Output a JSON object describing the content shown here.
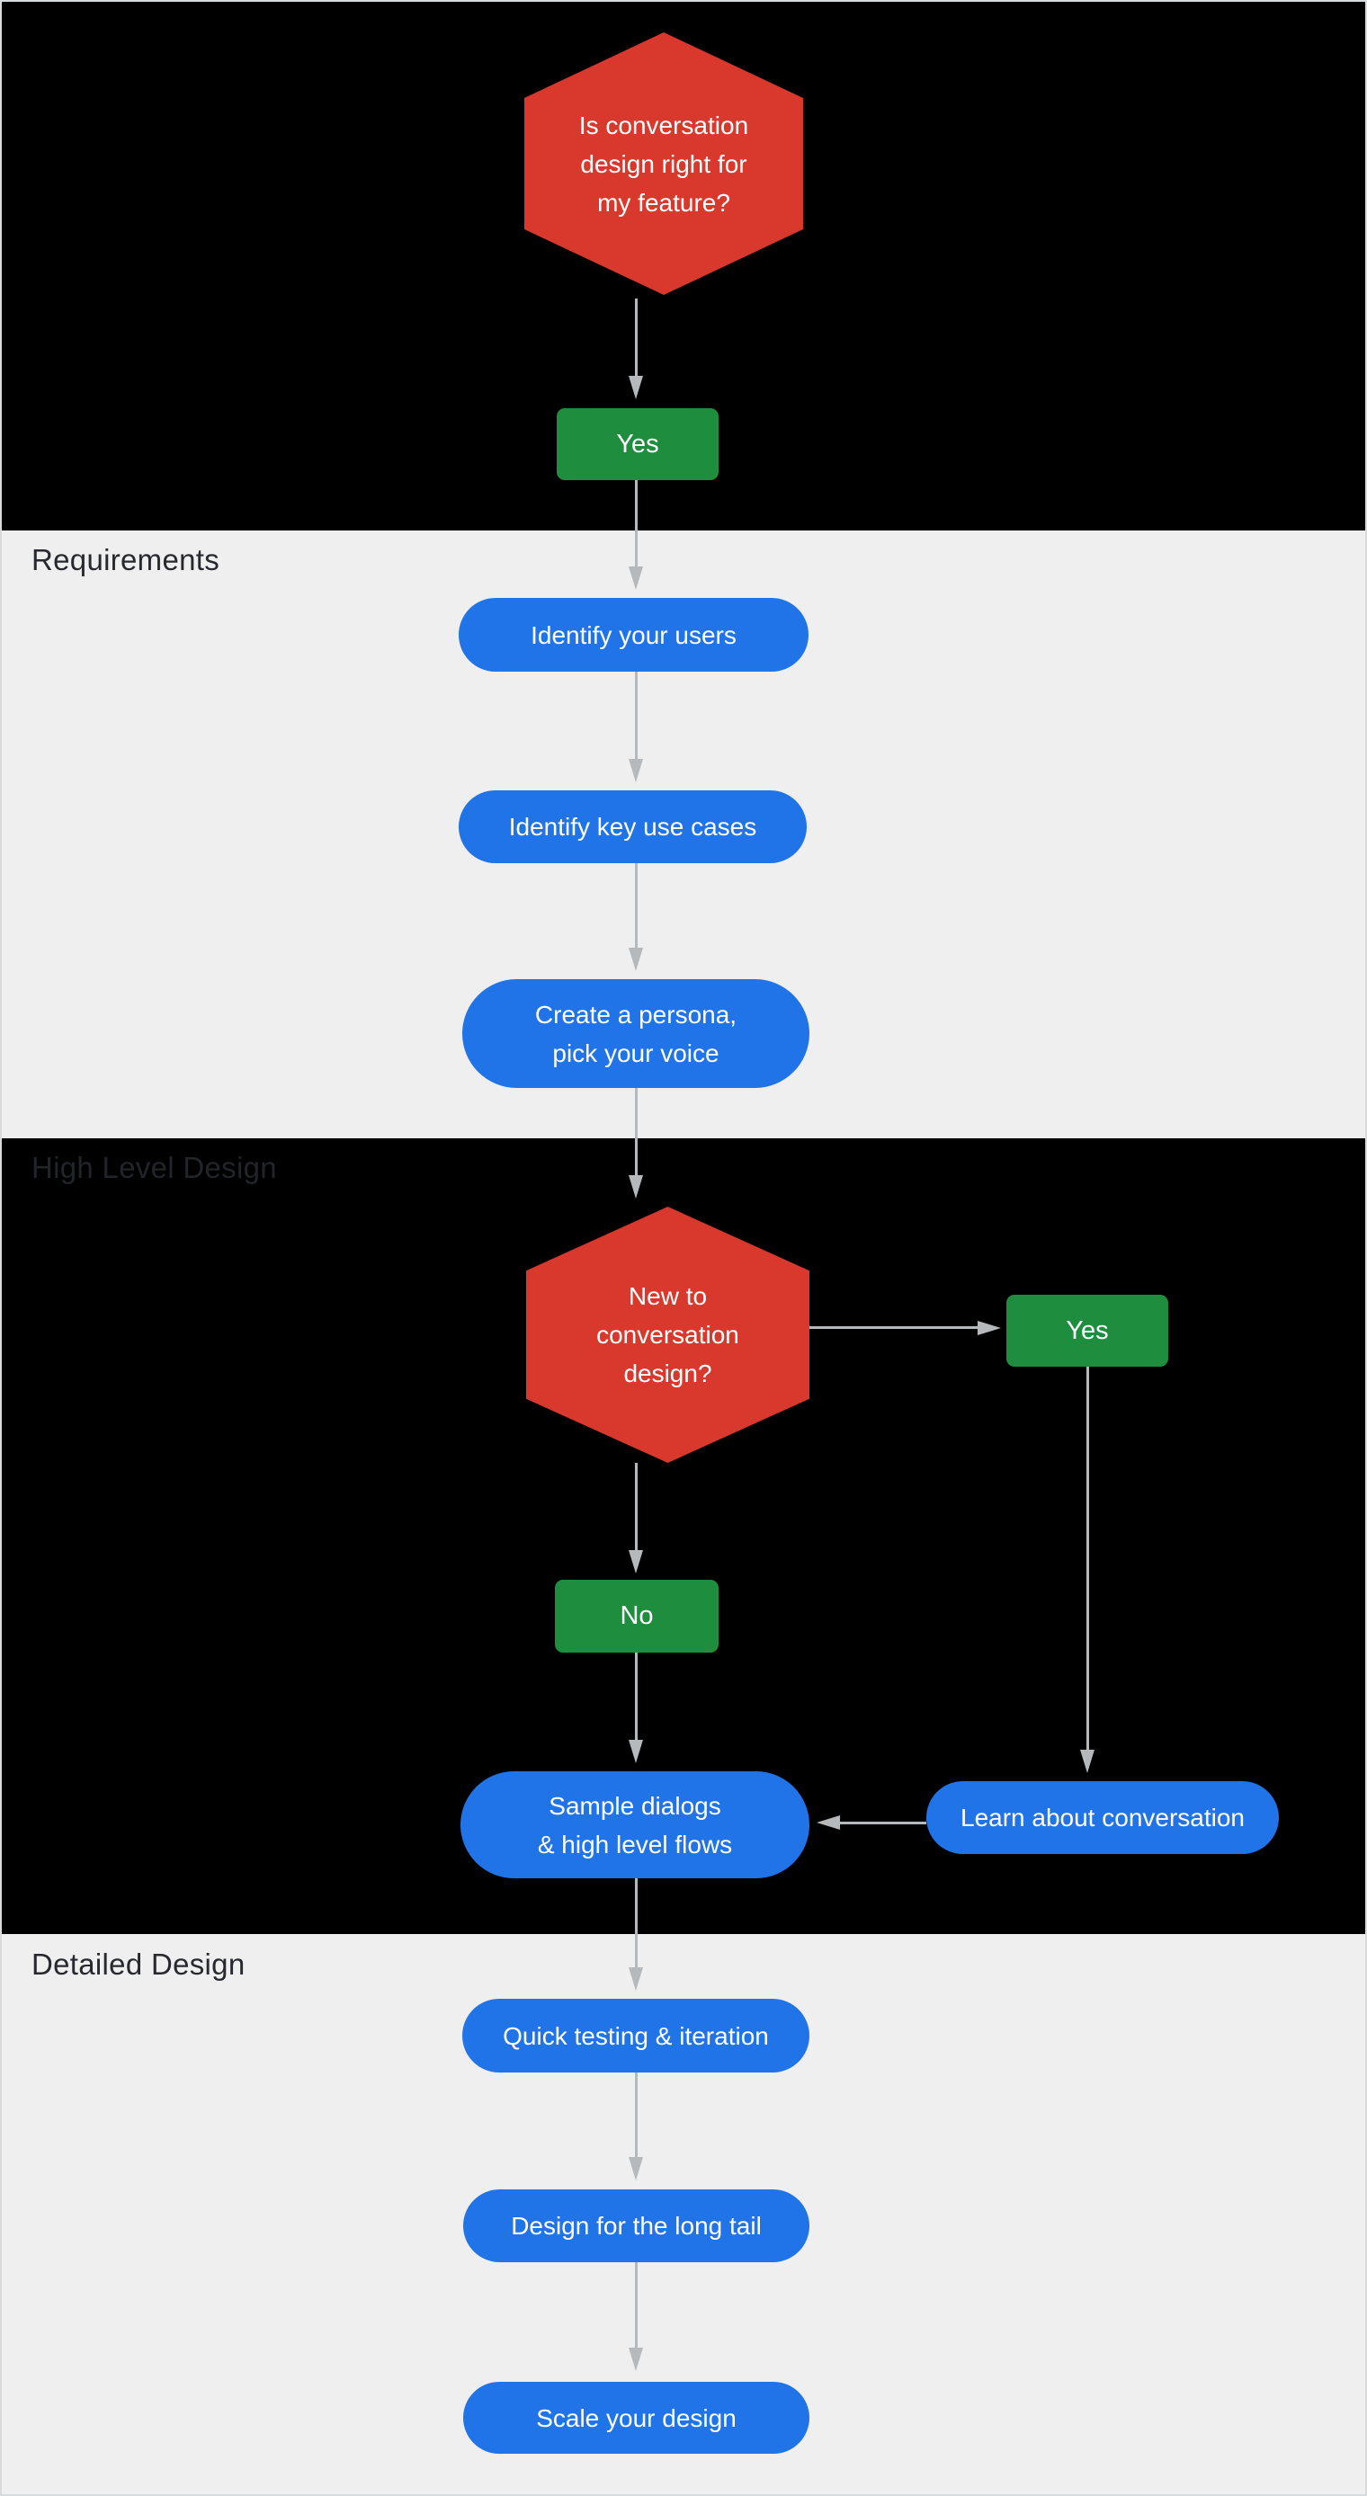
{
  "colors": {
    "red": "#D9382C",
    "green": "#1E8E3E",
    "blue": "#2174E8",
    "arrow": "#B6B9BB",
    "dark_bg": "#000000",
    "light_bg": "#EFEFEF",
    "label_on_light": "#27292E",
    "label_on_dark": "#212429"
  },
  "sections": [
    {
      "id": "intro",
      "label": "",
      "theme": "dark"
    },
    {
      "id": "requirements",
      "label": "Requirements",
      "theme": "light"
    },
    {
      "id": "high_level_design",
      "label": "High Level Design",
      "theme": "dark"
    },
    {
      "id": "detailed_design",
      "label": "Detailed Design",
      "theme": "light"
    }
  ],
  "nodes": {
    "decision_feature": {
      "type": "decision",
      "text": "Is conversation\ndesign right for\nmy feature?"
    },
    "yes_1": {
      "type": "answer",
      "text": "Yes"
    },
    "identify_users": {
      "type": "step",
      "text": "Identify your users"
    },
    "identify_use_cases": {
      "type": "step",
      "text": "Identify key use cases"
    },
    "create_persona": {
      "type": "step",
      "text": "Create a persona,\npick your voice"
    },
    "decision_new": {
      "type": "decision",
      "text": "New to\nconversation\ndesign?"
    },
    "yes_2": {
      "type": "answer",
      "text": "Yes"
    },
    "no_1": {
      "type": "answer",
      "text": "No"
    },
    "sample_dialogs": {
      "type": "step",
      "text": "Sample dialogs\n& high level flows"
    },
    "learn_conversation": {
      "type": "step",
      "text": "Learn about conversation"
    },
    "quick_testing": {
      "type": "step",
      "text": "Quick testing & iteration"
    },
    "long_tail": {
      "type": "step",
      "text": "Design for the long tail"
    },
    "scale_design": {
      "type": "step",
      "text": "Scale your design"
    }
  },
  "edges": [
    {
      "from": "decision_feature",
      "to": "yes_1",
      "direction": "down"
    },
    {
      "from": "yes_1",
      "to": "identify_users",
      "direction": "down"
    },
    {
      "from": "identify_users",
      "to": "identify_use_cases",
      "direction": "down"
    },
    {
      "from": "identify_use_cases",
      "to": "create_persona",
      "direction": "down"
    },
    {
      "from": "create_persona",
      "to": "decision_new",
      "direction": "down"
    },
    {
      "from": "decision_new",
      "to": "yes_2",
      "direction": "right"
    },
    {
      "from": "decision_new",
      "to": "no_1",
      "direction": "down"
    },
    {
      "from": "no_1",
      "to": "sample_dialogs",
      "direction": "down"
    },
    {
      "from": "yes_2",
      "to": "learn_conversation",
      "direction": "down"
    },
    {
      "from": "learn_conversation",
      "to": "sample_dialogs",
      "direction": "left"
    },
    {
      "from": "sample_dialogs",
      "to": "quick_testing",
      "direction": "down"
    },
    {
      "from": "quick_testing",
      "to": "long_tail",
      "direction": "down"
    },
    {
      "from": "long_tail",
      "to": "scale_design",
      "direction": "down"
    }
  ]
}
